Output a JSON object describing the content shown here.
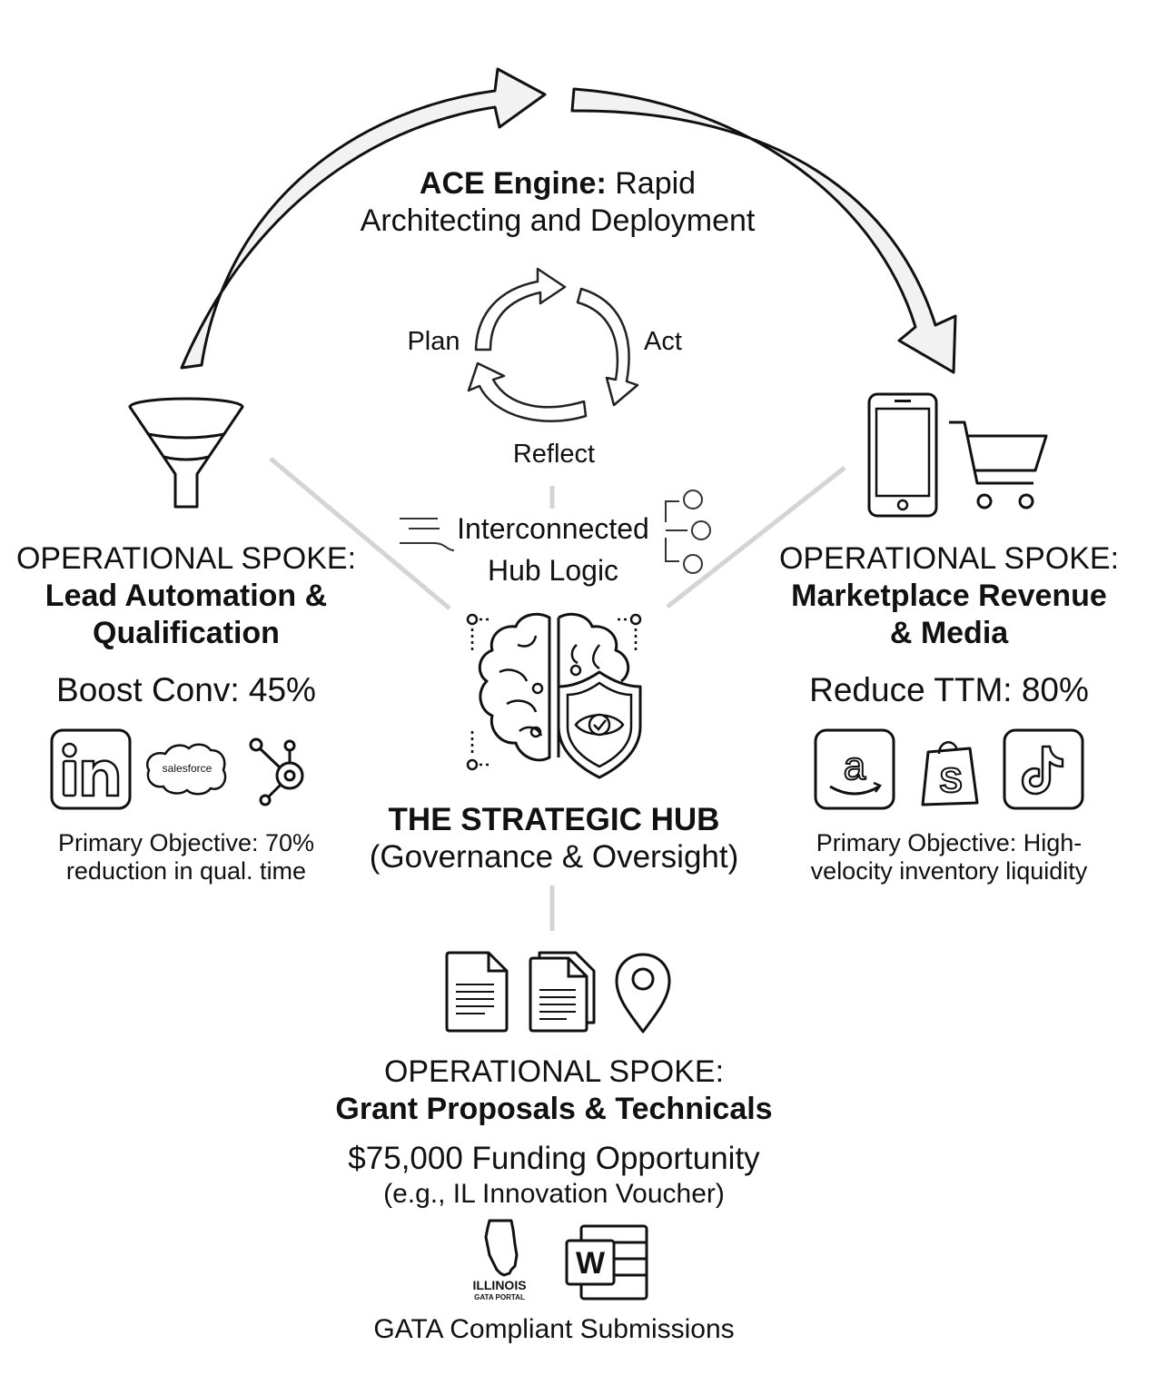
{
  "ace_engine": {
    "title_bold": "ACE Engine:",
    "title_rest": "Rapid",
    "title_line2": "Architecting and Deployment",
    "cycle": {
      "plan": "Plan",
      "act": "Act",
      "reflect": "Reflect"
    }
  },
  "hub_logic": {
    "line1": "Interconnected",
    "line2": "Hub Logic"
  },
  "hub": {
    "title": "THE STRATEGIC HUB",
    "subtitle": "(Governance & Oversight)"
  },
  "spoke_left": {
    "label": "OPERATIONAL SPOKE:",
    "title_line1": "Lead Automation &",
    "title_line2": "Qualification",
    "metric": "Boost Conv: 45%",
    "objective_line1": "Primary Objective: 70%",
    "objective_line2": "reduction in qual. time",
    "icons": [
      "linkedin-icon",
      "salesforce-icon",
      "hubspot-icon"
    ],
    "salesforce_text": "salesforce"
  },
  "spoke_right": {
    "label": "OPERATIONAL SPOKE:",
    "title_line1": "Marketplace Revenue",
    "title_line2": "& Media",
    "metric": "Reduce TTM: 80%",
    "objective_line1": "Primary Objective: High-",
    "objective_line2": "velocity inventory liquidity",
    "icons": [
      "amazon-icon",
      "shopify-icon",
      "tiktok-icon"
    ]
  },
  "spoke_bottom": {
    "label": "OPERATIONAL SPOKE:",
    "title": "Grant Proposals & Technicals",
    "metric": "$75,000 Funding Opportunity",
    "example": "(e.g., IL Innovation Voucher)",
    "illinois_line1": "ILLINOIS",
    "illinois_line2": "GATA PORTAL",
    "footer": "GATA Compliant Submissions",
    "icons": [
      "document-icon",
      "documents-icon",
      "location-pin-icon",
      "illinois-gata-logo",
      "word-document-icon"
    ]
  },
  "colors": {
    "ink": "#111111",
    "connector": "#d4d4d4",
    "arrow_fill": "#f2f2f2"
  }
}
